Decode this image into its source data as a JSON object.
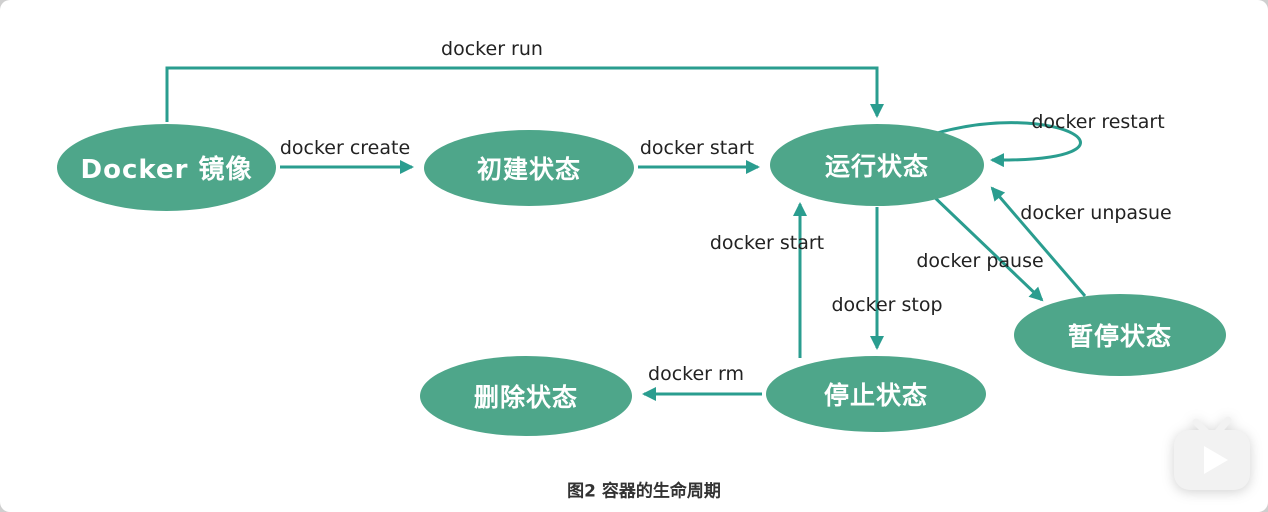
{
  "caption": "图2 容器的生命周期",
  "colors": {
    "node_fill": "#4ea68a",
    "node_text": "#ffffff",
    "arrow": "#2a9d8f",
    "label_text": "#222222"
  },
  "nodes": [
    {
      "id": "docker-image",
      "label": "Docker 镜像"
    },
    {
      "id": "created-state",
      "label": "初建状态"
    },
    {
      "id": "running-state",
      "label": "运行状态"
    },
    {
      "id": "paused-state",
      "label": "暂停状态"
    },
    {
      "id": "stopped-state",
      "label": "停止状态"
    },
    {
      "id": "removed-state",
      "label": "删除状态"
    }
  ],
  "edges": [
    {
      "id": "run",
      "label": "docker run"
    },
    {
      "id": "create",
      "label": "docker create"
    },
    {
      "id": "start-from-created",
      "label": "docker start"
    },
    {
      "id": "restart",
      "label": "docker restart"
    },
    {
      "id": "unpause",
      "label": "docker unpasue"
    },
    {
      "id": "pause",
      "label": "docker pause"
    },
    {
      "id": "stop",
      "label": "docker stop"
    },
    {
      "id": "start-from-stopped",
      "label": "docker start"
    },
    {
      "id": "rm",
      "label": "docker rm"
    }
  ],
  "watermark": {
    "icon": "video-play-icon"
  }
}
